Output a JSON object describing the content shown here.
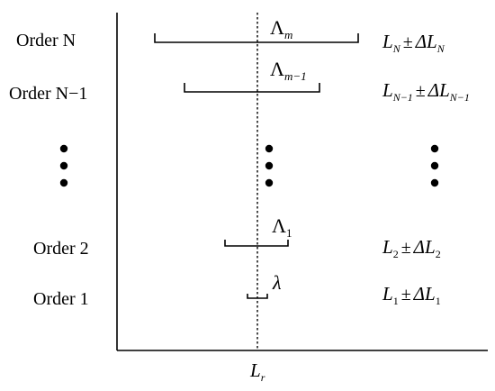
{
  "rows": [
    {
      "label": "Order N",
      "lambda_base": "Λ",
      "lambda_sub": "m",
      "L_base": "L",
      "L_sub": "N",
      "pm": "±",
      "dL_base": "ΔL",
      "dL_sub": "N"
    },
    {
      "label": "Order N−1",
      "lambda_base": "Λ",
      "lambda_sub": "m−1",
      "L_base": "L",
      "L_sub": "N−1",
      "pm": "±",
      "dL_base": "ΔL",
      "dL_sub": "N−1"
    },
    {
      "label": "Order 2",
      "lambda_base": "Λ",
      "lambda_sub": "1",
      "L_base": "L",
      "L_sub": "2",
      "pm": "±",
      "dL_base": "ΔL",
      "dL_sub": "2"
    },
    {
      "label": "Order 1",
      "lambda_base": "λ",
      "lambda_sub": "",
      "L_base": "L",
      "L_sub": "1",
      "pm": "±",
      "dL_base": "ΔL",
      "dL_sub": "1"
    }
  ],
  "axis_label": {
    "base": "L",
    "sub": "r"
  }
}
